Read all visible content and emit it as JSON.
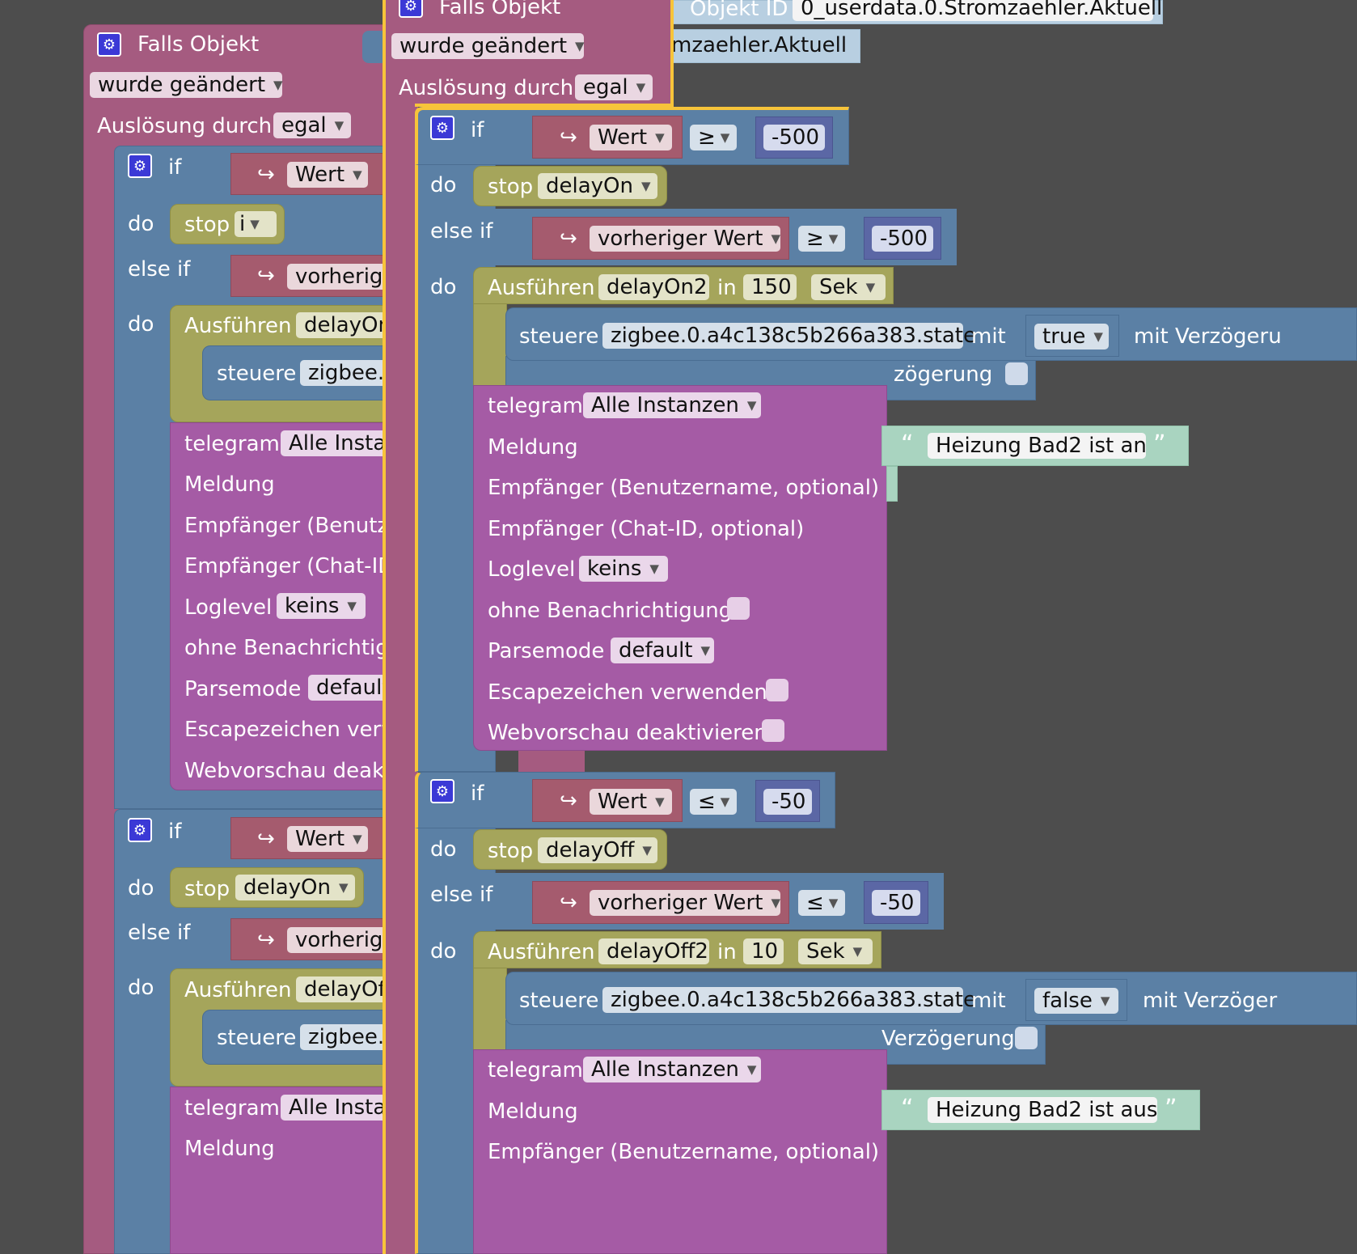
{
  "labels": {
    "falls_objekt": "Falls Objekt",
    "wurde_geaendert": "wurde geändert",
    "ausloesung_durch": "Auslösung durch",
    "egal": "egal",
    "if": "if",
    "do": "do",
    "else_if": "else if",
    "stop": "stop",
    "wert": "Wert",
    "vorheriger_wert": "vorheriger Wert",
    "vorherige_trunc": "vorherige",
    "ausfuehren": "Ausführen",
    "in": "in",
    "sek": "Sek",
    "steuere": "steuere",
    "mit": "mit",
    "mit_verzoegerung_trunc1": "mit Verzögeru",
    "mit_verzoegerung_trunc2": "mit Verzöger",
    "verzoegerung_trunc": "zögerung",
    "verzoegerung_trunc2": "Verzögerung",
    "telegram": "telegram",
    "alle_instanzen": "Alle Instanzen",
    "alle_instar_trunc": "Alle Instar",
    "meldung": "Meldung",
    "empfaenger_benutzer": "Empfänger (Benutzername, optional)",
    "empfaenger_benutzer_trunc": "Empfänger (Benutze",
    "empfaenger_chat": "Empfänger (Chat-ID, optional)",
    "empfaenger_chat_trunc": "Empfänger (Chat-ID",
    "loglevel": "Loglevel",
    "keins": "keins",
    "ohne_benachrichtigung": "ohne Benachrichtigung",
    "ohne_benachrichtigung_trunc": "ohne Benachrichtigu",
    "parsemode": "Parsemode",
    "default": "default",
    "escapezeichen": "Escapezeichen verwenden",
    "escapezeichen_trunc": "Escapezeichen verw",
    "webvorschau": "Webvorschau deaktivieren",
    "webvorschau_trunc": "Webvorschau deakti",
    "objekt_id": "Objekt ID",
    "objekt_id_value": "0_userdata.0.Stromzaehler.Aktuell",
    "mzaehler_trunc": "mzaehler.Aktuell"
  },
  "front": {
    "cond1": {
      "op": "≥",
      "value": "-500"
    },
    "cond2": {
      "op": "≥",
      "value": "-500"
    },
    "stop1": "delayOn",
    "timer1": {
      "name": "delayOn2",
      "seconds": "150"
    },
    "state1": {
      "id": "zigbee.0.a4c138c5b266a383.state",
      "value": "true"
    },
    "msg1": "Heizung Bad2 ist an",
    "cond3": {
      "op": "≤",
      "value": "-50"
    },
    "cond4": {
      "op": "≤",
      "value": "-50"
    },
    "stop2": "delayOff",
    "timer2": {
      "name": "delayOff2",
      "seconds": "10"
    },
    "state2": {
      "id": "zigbee.0.a4c138c5b266a383.state",
      "value": "false"
    },
    "msg2": "Heizung Bad2 ist aus"
  },
  "back": {
    "stop1": "i",
    "timer1_trunc": "delayOn",
    "state_trunc": "zigbee.(",
    "stop2": "delayOn",
    "timer2_trunc": "delayOf"
  }
}
